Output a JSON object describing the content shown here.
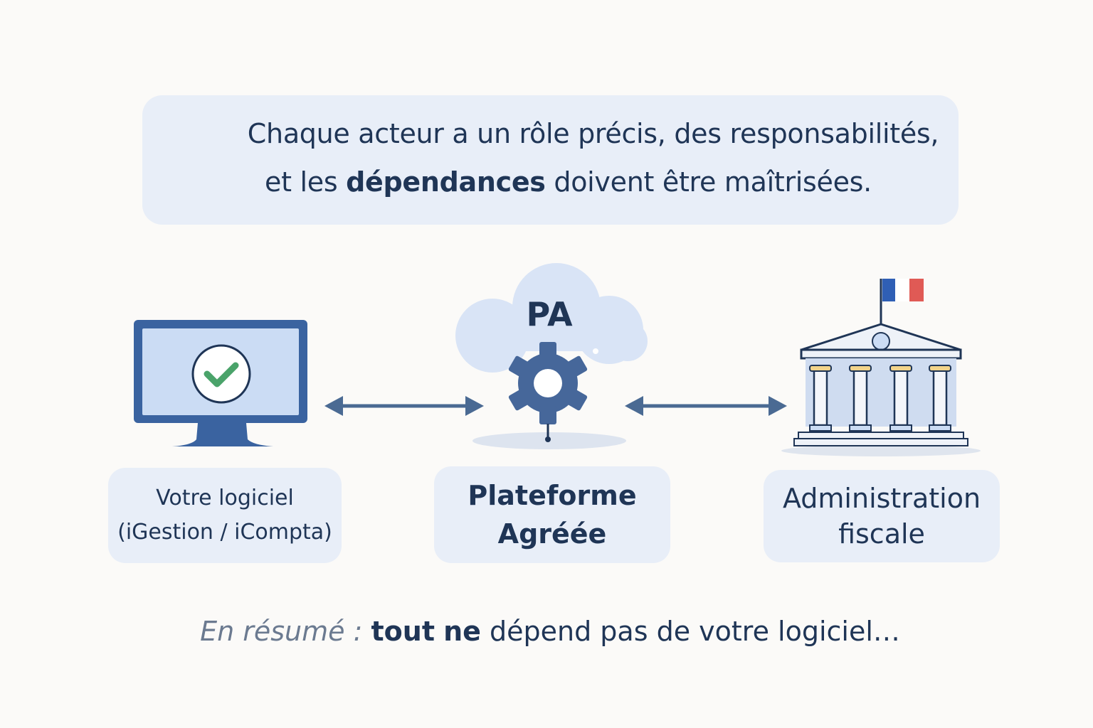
{
  "banner": {
    "line1": "Chaque acteur a un rôle précis, des responsabilités,",
    "line2_pre": "et les",
    "line2_bold": "dépendances",
    "line2_post": "doivent être maîtrisées."
  },
  "actors": {
    "software": {
      "icon": "monitor-check-icon",
      "label_line1": "Votre logiciel",
      "label_line2": "(iGestion / iCompta)"
    },
    "platform": {
      "icon": "cloud-gear-icon",
      "badge": "PA",
      "label_line1": "Plateforme",
      "label_line2": "Agréée"
    },
    "administration": {
      "icon": "government-building-icon",
      "label_line1": "Administration",
      "label_line2": "fiscale"
    }
  },
  "connectors": [
    "double-arrow-icon",
    "double-arrow-icon"
  ],
  "summary": {
    "intro": "En résumé :",
    "bold1": "tout",
    "bold2": "ne",
    "rest": "dépend pas de votre logiciel…"
  },
  "colors": {
    "background": "#fbfaf8",
    "panel": "#e8eef8",
    "navy": "#1f3556",
    "icon_blue": "#3a63a0",
    "arrow": "#4a6a93",
    "check_green": "#4aa36a",
    "flag_blue": "#2f5fb5",
    "flag_red": "#e05a55"
  }
}
